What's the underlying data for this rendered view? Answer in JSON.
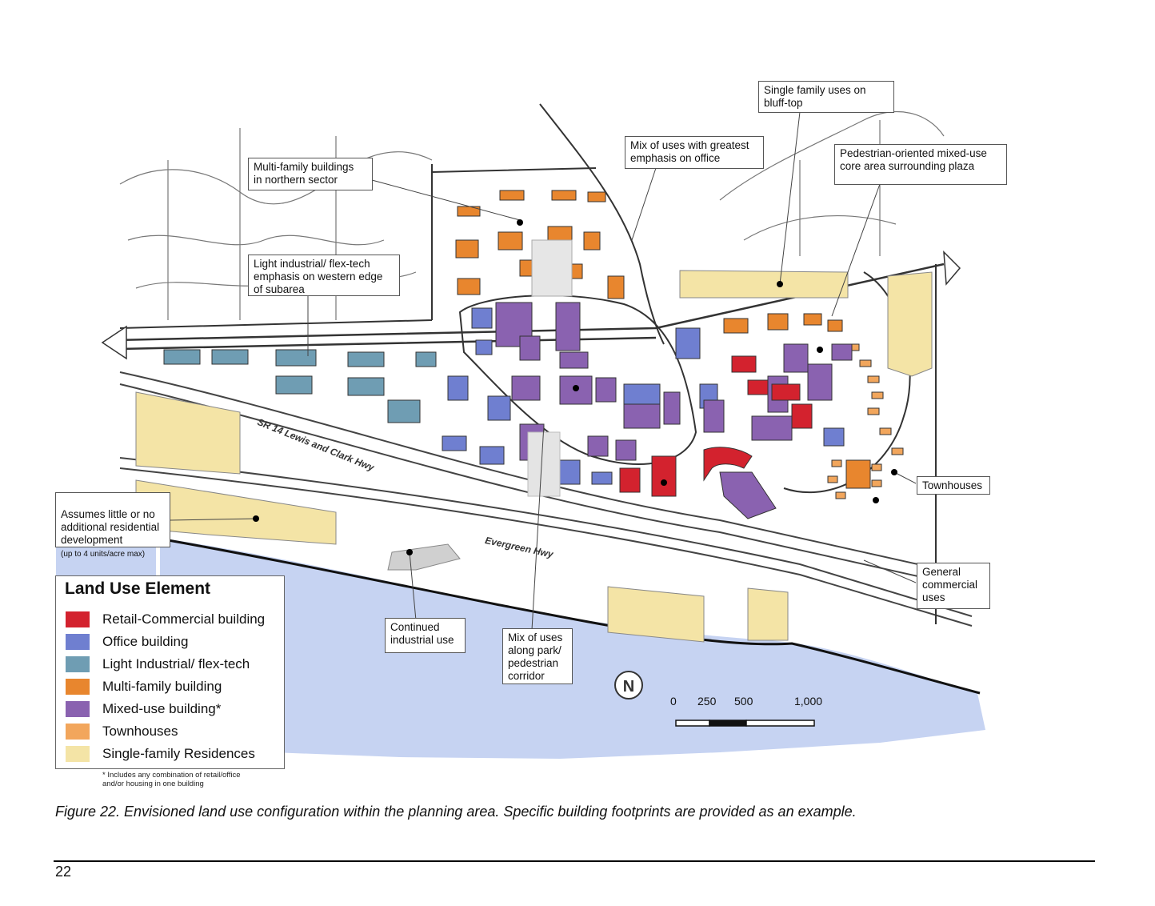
{
  "callouts": {
    "single_family_bluff": "Single family uses on\nbluff-top",
    "mix_office": "Mix of uses with greatest\nemphasis on office",
    "pedestrian_core": "Pedestrian-oriented mixed-use\ncore area surrounding plaza",
    "multifamily_north": "Multi-family buildings\nin northern sector",
    "light_industrial_west": "Light industrial/ flex-tech\nemphasis on western edge\nof subarea",
    "assumes_little": "Assumes little or no\nadditional residential\ndevelopment",
    "assumes_little_note": "(up to 4 units/acre max)",
    "townhouses": "Townhouses",
    "general_commercial": "General\ncommercial\nuses",
    "continued_industrial": "Continued\nindustrial use",
    "mix_park": "Mix of uses\nalong park/\npedestrian\ncorridor"
  },
  "road_labels": {
    "sr14": "SR 14  Lewis and Clark Hwy",
    "evergreen": "Evergreen Hwy"
  },
  "legend": {
    "title": "Land Use Element",
    "items": [
      {
        "label": "Retail-Commercial building",
        "color": "#d3222e"
      },
      {
        "label": "Office building",
        "color": "#6f7fd0"
      },
      {
        "label": "Light Industrial/ flex-tech",
        "color": "#6f9db3"
      },
      {
        "label": "Multi-family building",
        "color": "#e8862e"
      },
      {
        "label": "Mixed-use building*",
        "color": "#8a62b0"
      },
      {
        "label": "Townhouses",
        "color": "#f2a65c"
      },
      {
        "label": "Single-family Residences",
        "color": "#f4e4a6"
      }
    ],
    "note": "* Includes any combination of retail/office\nand/or housing in one building"
  },
  "scale_bar": {
    "labels": [
      "0",
      "250",
      "500",
      "1,000"
    ]
  },
  "north_arrow": "N",
  "caption": "Figure 22.  Envisioned land use configuration within the planning area.  Specific building footprints are provided as an example.",
  "page_number": "22",
  "colors": {
    "water": "#b9c8ee",
    "road": "#222222"
  }
}
